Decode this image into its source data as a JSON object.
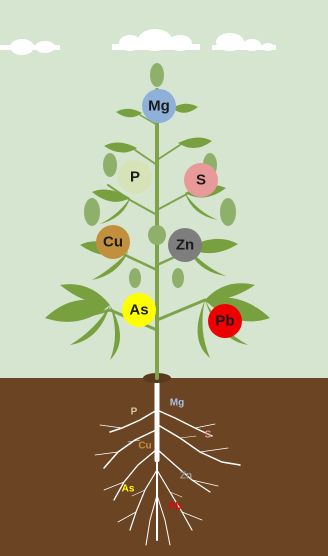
{
  "colors": {
    "sky": "#d6e5cf",
    "soil": "#6b4423",
    "stem": "#7ea34a",
    "leaf": "#78a03f",
    "leaf_dark": "#5f8530",
    "root": "#ffffff"
  },
  "elements": {
    "Mg": {
      "label": "Mg",
      "color": "#8fb0d9"
    },
    "P": {
      "label": "P",
      "color": "#d6e3b6"
    },
    "S": {
      "label": "S",
      "color": "#e79a99"
    },
    "Cu": {
      "label": "Cu",
      "color": "#c2903c"
    },
    "Zn": {
      "label": "Zn",
      "color": "#7e7e7e"
    },
    "As": {
      "label": "As",
      "color": "#ffff00"
    },
    "Pb": {
      "label": "Pb",
      "color": "#ee0000"
    }
  },
  "roots": {
    "P": {
      "label": "P",
      "color": "#d6c8a0"
    },
    "Mg": {
      "label": "Mg",
      "color": "#a9bfe0"
    },
    "Cu": {
      "label": "Cu",
      "color": "#c2903c"
    },
    "S": {
      "label": "S",
      "color": "#e79a99"
    },
    "Zn": {
      "label": "Zn",
      "color": "#9a9a9a"
    },
    "As": {
      "label": "As",
      "color": "#ffff00"
    },
    "Pb": {
      "label": "Pb",
      "color": "#ee0000"
    }
  }
}
